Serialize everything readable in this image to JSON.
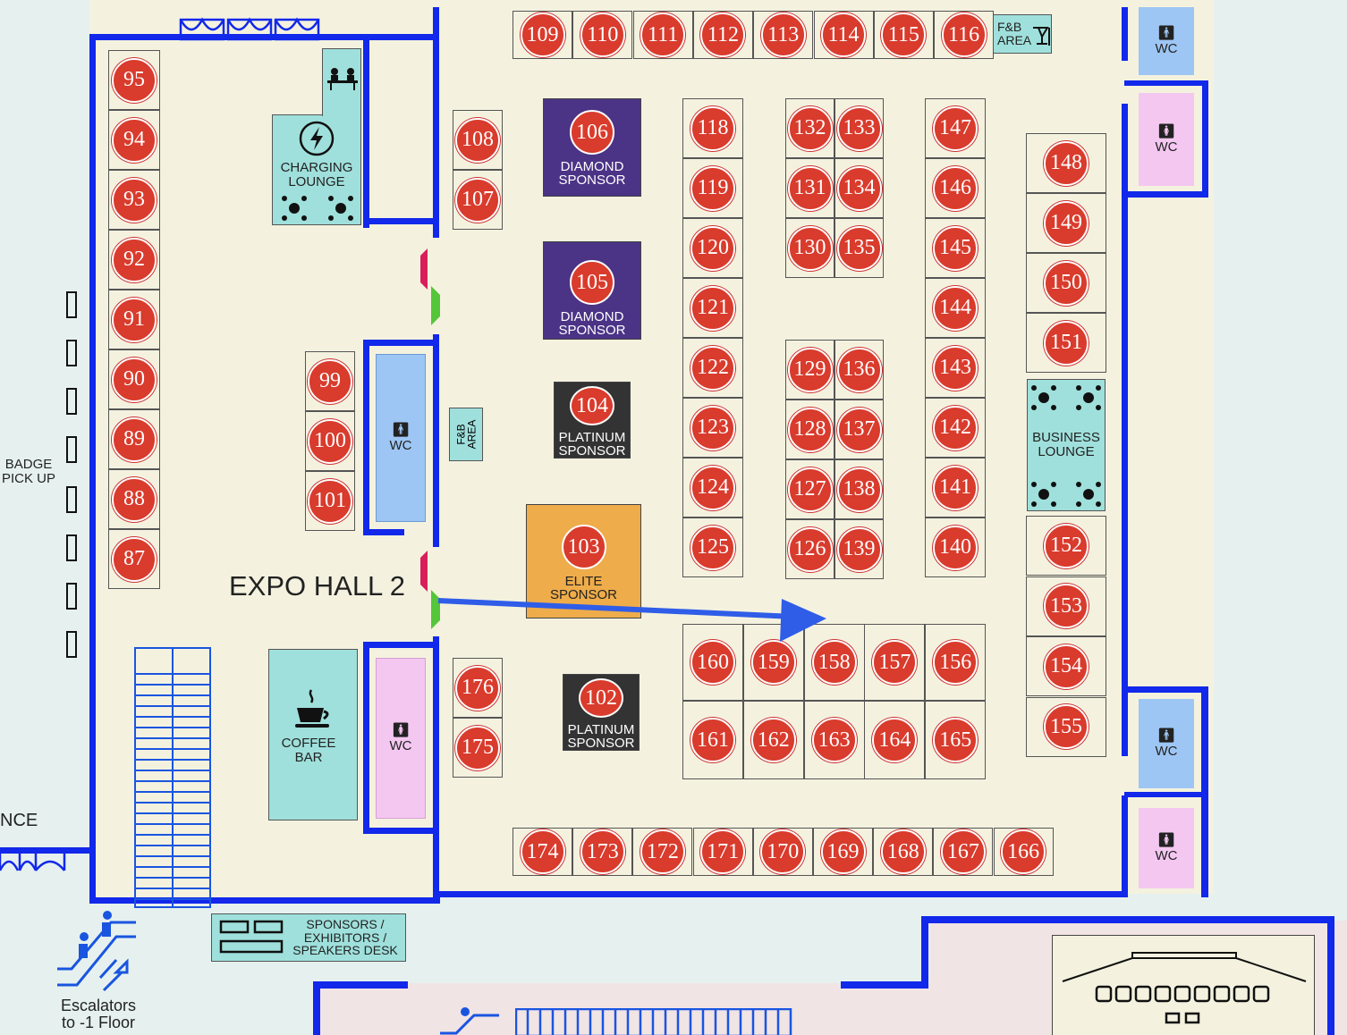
{
  "hall_name": "EXPO HALL 2",
  "labels": {
    "badge_pickup": "BADGE\nPICK UP",
    "nce": "NCE",
    "charging_lounge": "CHARGING\nLOUNGE",
    "coffee_bar": "COFFEE\nBAR",
    "business_lounge": "BUSINESS\nLOUNGE",
    "fb_area": "F&B\nAREA",
    "fb_area_side": "F&B\nAREA",
    "wc": "WC",
    "desk": "SPONSORS /\nEXHIBITORS /\nSPEAKERS DESK",
    "escalators": "Escalators\nto -1 Floor"
  },
  "sponsors": [
    {
      "num": "106",
      "label": "DIAMOND\nSPONSOR",
      "tier": "diamond"
    },
    {
      "num": "105",
      "label": "DIAMOND\nSPONSOR",
      "tier": "diamond"
    },
    {
      "num": "104",
      "label": "PLATINUM\nSPONSOR",
      "tier": "platinum"
    },
    {
      "num": "103",
      "label": "ELITE\nSPONSOR",
      "tier": "elite"
    },
    {
      "num": "102",
      "label": "PLATINUM\nSPONSOR",
      "tier": "platinum"
    }
  ],
  "booths": {
    "top_row": [
      "109",
      "110",
      "111",
      "112",
      "113",
      "114",
      "115",
      "116"
    ],
    "left_column": [
      "95",
      "94",
      "93",
      "92",
      "91",
      "90",
      "89",
      "88",
      "87"
    ],
    "col_108": [
      "108",
      "107"
    ],
    "col_99": [
      "99",
      "100",
      "101"
    ],
    "col_118": [
      "118",
      "119",
      "120",
      "121",
      "122",
      "123",
      "124",
      "125"
    ],
    "grid_a_left": [
      "132",
      "131",
      "130"
    ],
    "grid_a_right": [
      "133",
      "134",
      "135"
    ],
    "grid_b_left": [
      "129",
      "128",
      "127",
      "126"
    ],
    "grid_b_right": [
      "136",
      "137",
      "138",
      "139"
    ],
    "col_147": [
      "147",
      "146",
      "145",
      "144",
      "143",
      "142",
      "141",
      "140"
    ],
    "col_148": [
      "148",
      "149",
      "150",
      "151"
    ],
    "col_152": [
      "152",
      "153",
      "154",
      "155"
    ],
    "grid_c_top": [
      "160",
      "159",
      "158",
      "157",
      "156"
    ],
    "grid_c_bottom": [
      "161",
      "162",
      "163",
      "164",
      "165"
    ],
    "col_176": [
      "176",
      "175"
    ],
    "bottom_row": [
      "174",
      "173",
      "172",
      "171",
      "170",
      "169",
      "168",
      "167",
      "166"
    ]
  },
  "colors": {
    "wall": "#1228ea",
    "floor": "#f4f2df",
    "booth_circle": "#d93b2c",
    "diamond": "#4b3386",
    "platinum": "#333333",
    "elite": "#eeac4a",
    "lounge": "#9fe0dc",
    "wc_blue": "#9ec6f4",
    "wc_pink": "#f4c7f1",
    "arrow": "#2f5de8"
  },
  "icons": [
    "charging-icon",
    "desk-workstation-icon",
    "coffee-icon",
    "table-icon",
    "person-icon",
    "escalator-icon",
    "fb-icon",
    "door-icon"
  ]
}
